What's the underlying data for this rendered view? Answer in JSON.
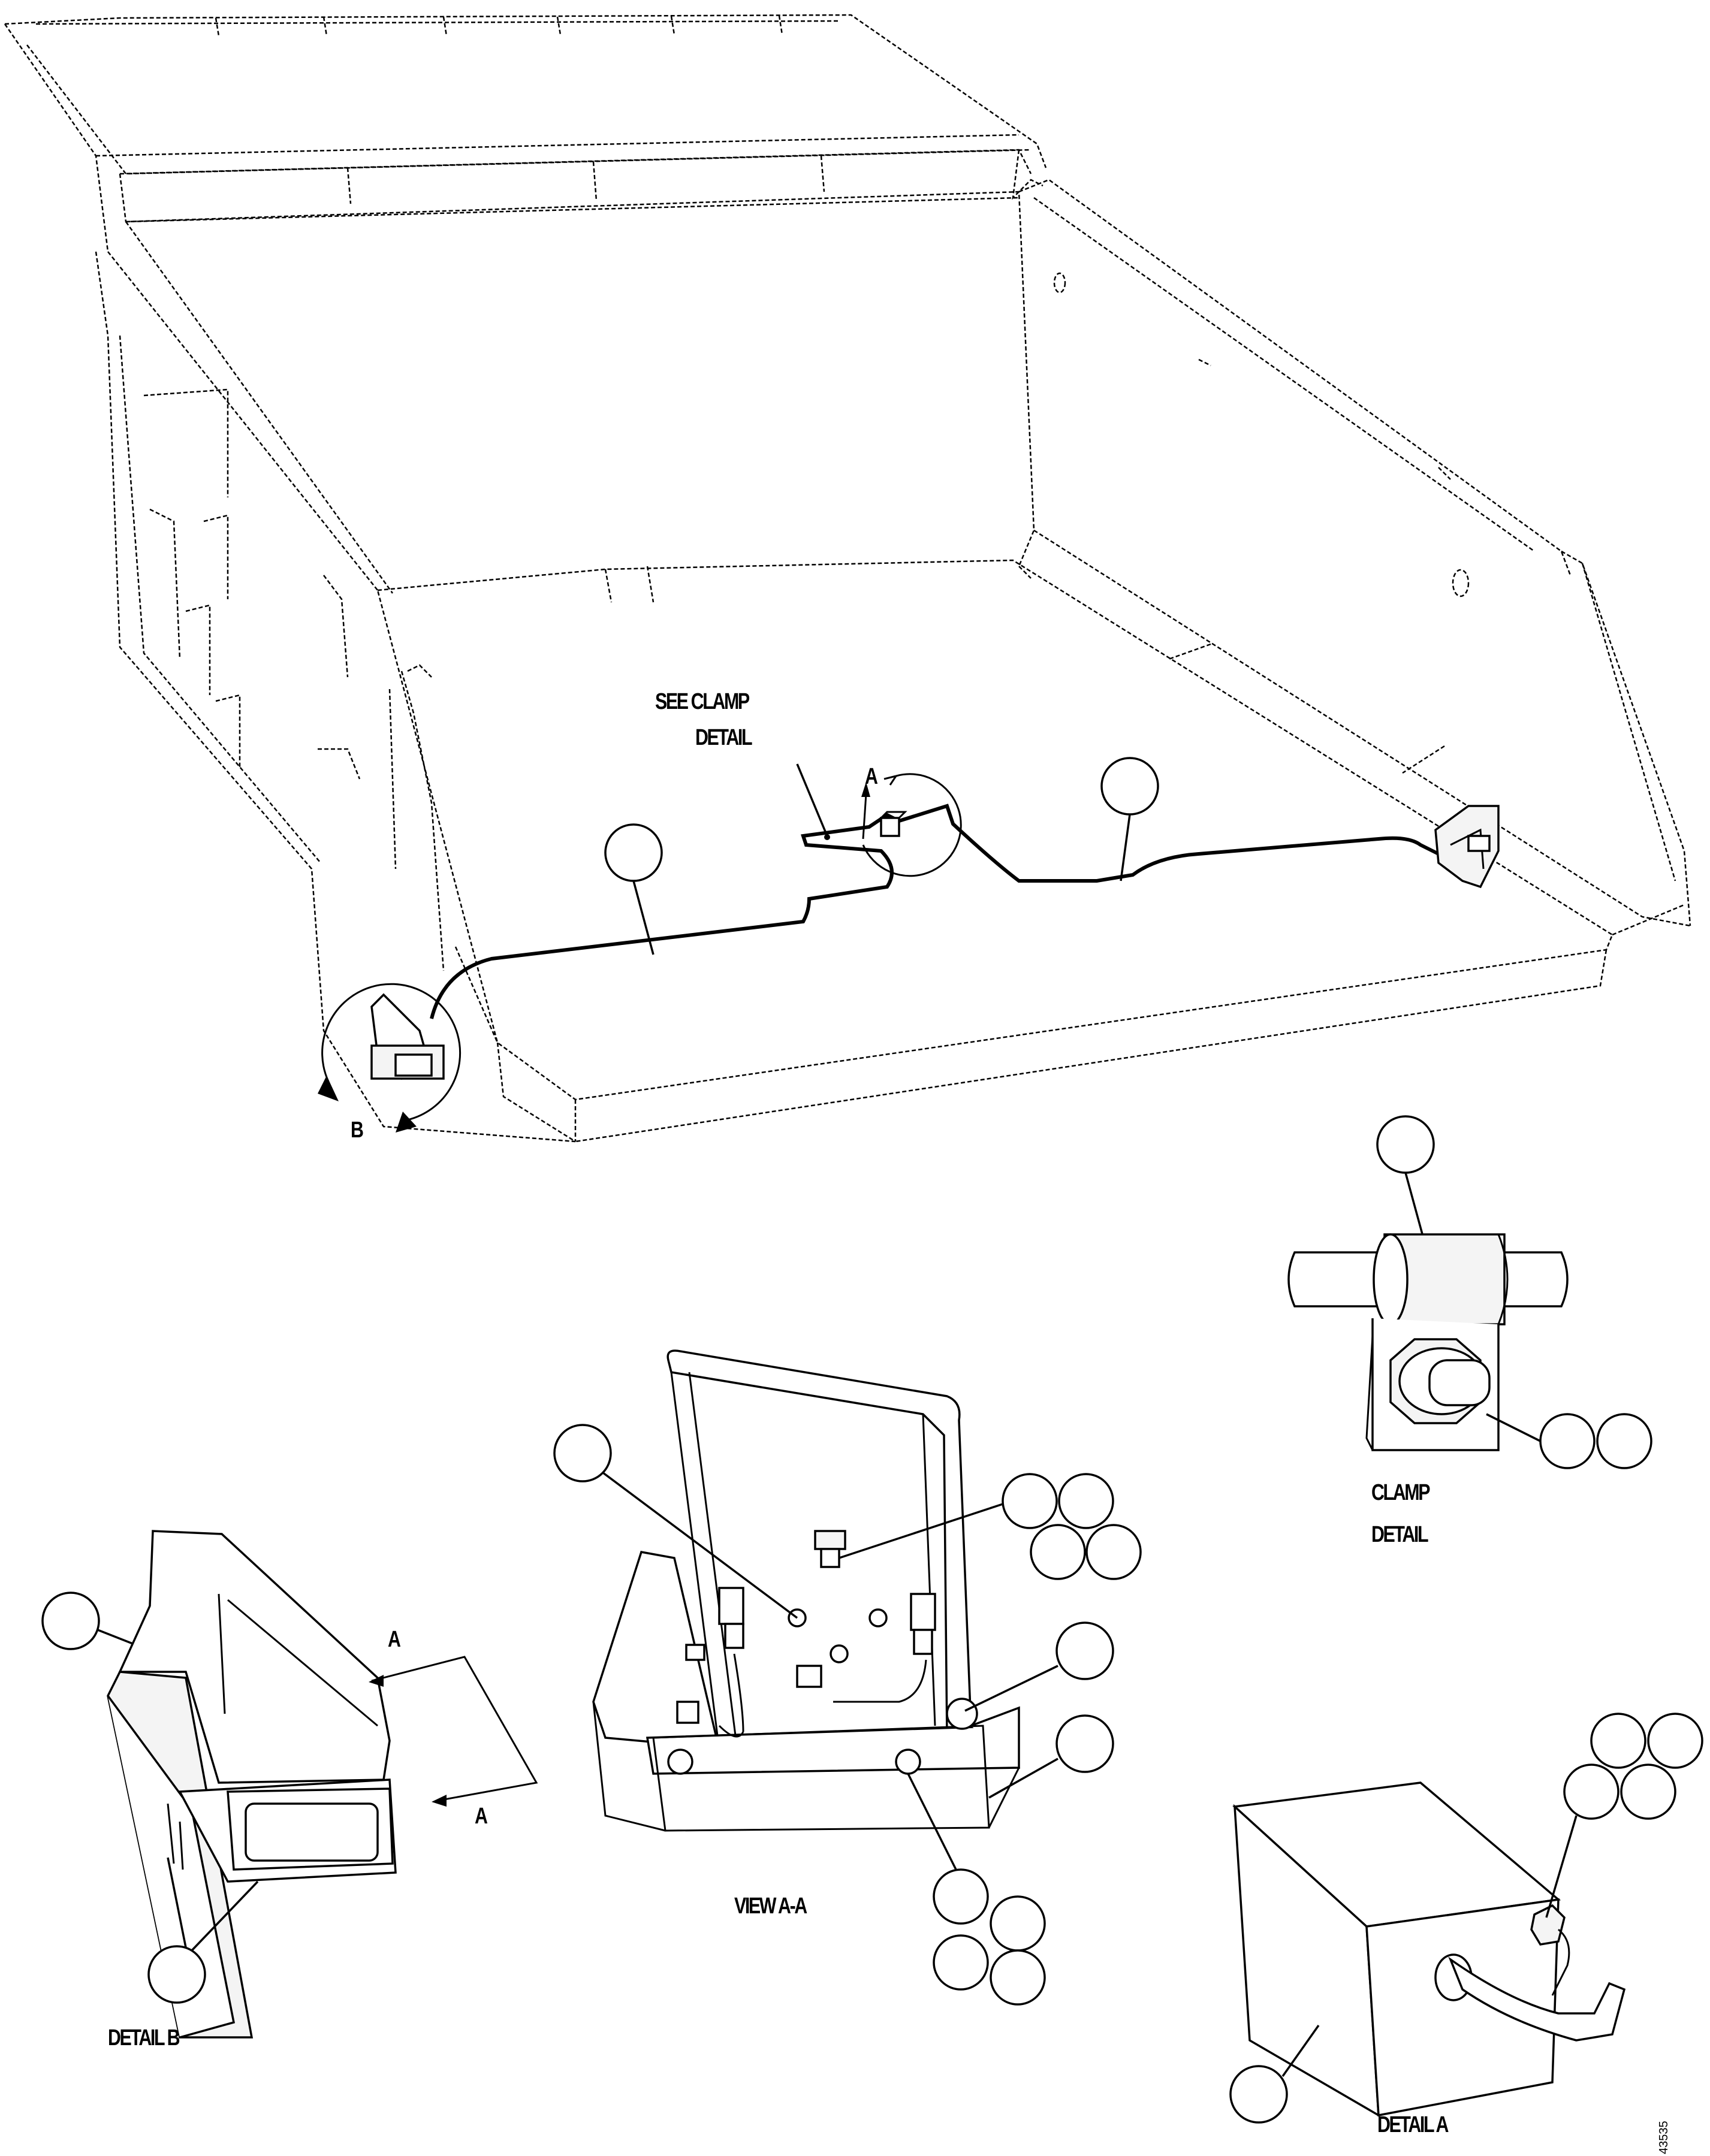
{
  "labels": {
    "see_clamp_detail_line1": "SEE CLAMP",
    "see_clamp_detail_line2": "DETAIL",
    "view_arrow_a_top": "A",
    "detail_b_arrow": "B",
    "clamp_detail_line1": "CLAMP",
    "clamp_detail_line2": "DETAIL",
    "detail_b_section_a_top": "A",
    "detail_b_section_a_bottom": "A",
    "view_a_a": "VIEW A-A",
    "detail_b": "DETAIL B",
    "detail_a": "DETAIL A",
    "figure_number": "43535"
  }
}
